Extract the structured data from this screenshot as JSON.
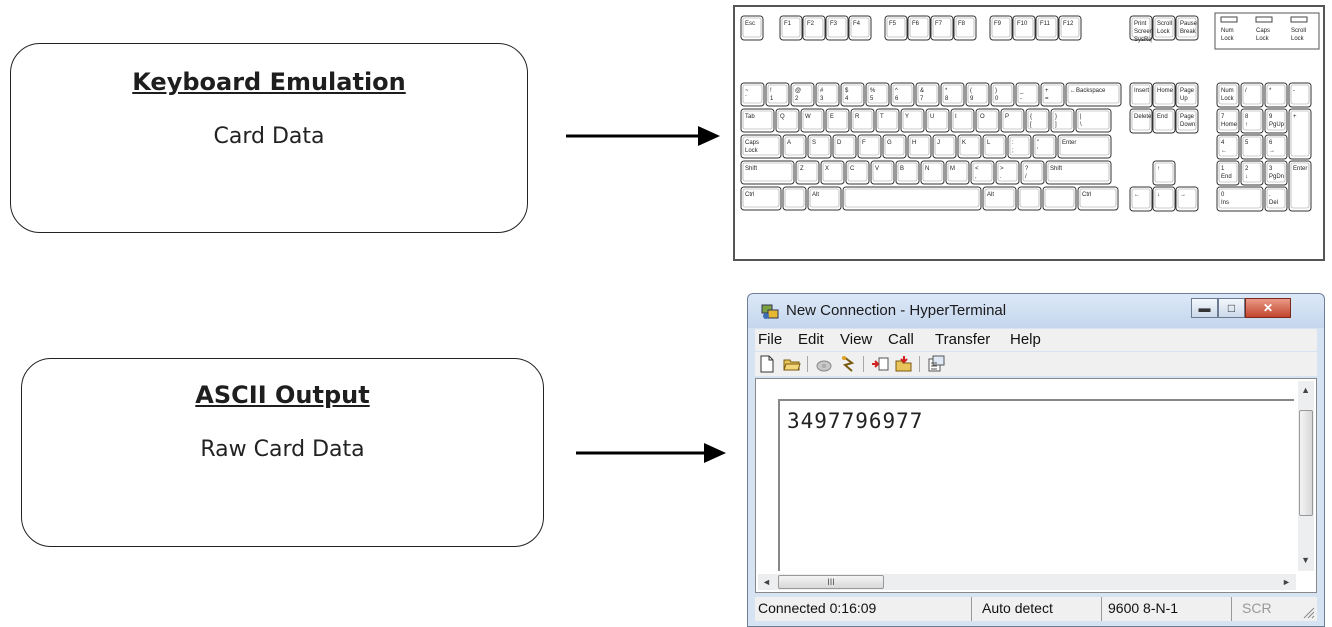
{
  "modes": [
    {
      "title": "Keyboard Emulation",
      "description": "Card Data"
    },
    {
      "title": "ASCII Output",
      "description": "Raw Card Data"
    }
  ],
  "keyboard": {
    "fn_row": [
      "Esc",
      "F1",
      "F2",
      "F3",
      "F4",
      "F5",
      "F6",
      "F7",
      "F8",
      "F9",
      "F10",
      "F11",
      "F12",
      "Print Screen SysRq",
      "Scroll Lock",
      "Pause Break"
    ],
    "indicators": [
      "Num Lock",
      "Caps Lock",
      "Scroll Lock"
    ],
    "row_number": [
      "~ `",
      "! 1",
      "@ 2",
      "# 3",
      "$ 4",
      "% 5",
      "^ 6",
      "& 7",
      "* 8",
      "( 9",
      ") 0",
      "_ -",
      "+ =",
      "←Backspace"
    ],
    "row_tab": [
      "Tab",
      "Q",
      "W",
      "E",
      "R",
      "T",
      "Y",
      "U",
      "I",
      "O",
      "P",
      "{ [",
      "} ]",
      "| \\"
    ],
    "row_caps": [
      "Caps Lock",
      "A",
      "S",
      "D",
      "F",
      "G",
      "H",
      "J",
      "K",
      "L",
      ": ;",
      "\" '",
      "Enter"
    ],
    "row_shift": [
      "Shift",
      "Z",
      "X",
      "C",
      "V",
      "B",
      "N",
      "M",
      "< ,",
      "> .",
      "? /",
      "Shift"
    ],
    "row_ctrl": [
      "Ctrl",
      "Alt",
      "Alt",
      "Ctrl"
    ],
    "nav_keys": [
      "Insert",
      "Home",
      "Page Up",
      "Delete",
      "End",
      "Page Down"
    ],
    "arrow_keys": [
      "↑",
      "←",
      "↓",
      "→"
    ],
    "numpad": [
      "Num Lock",
      "/",
      "*",
      "-",
      "7 Home",
      "8 ↑",
      "9 PgUp",
      "+",
      "4 ←",
      "5",
      "6 →",
      "1 End",
      "2 ↓",
      "3 PgDn",
      "Enter",
      "0 Ins",
      ". Del"
    ]
  },
  "terminal": {
    "title": "New Connection - HyperTerminal",
    "menu": [
      "File",
      "Edit",
      "View",
      "Call",
      "Transfer",
      "Help"
    ],
    "toolbar_icons": [
      "new-document-icon",
      "open-folder-icon",
      "phone-icon",
      "disconnect-icon",
      "send-icon",
      "receive-icon",
      "properties-icon"
    ],
    "output": "3497796977",
    "scroll_label": "III",
    "status": [
      "Connected 0:16:09",
      "Auto detect",
      "9600 8-N-1",
      "SCR"
    ]
  }
}
